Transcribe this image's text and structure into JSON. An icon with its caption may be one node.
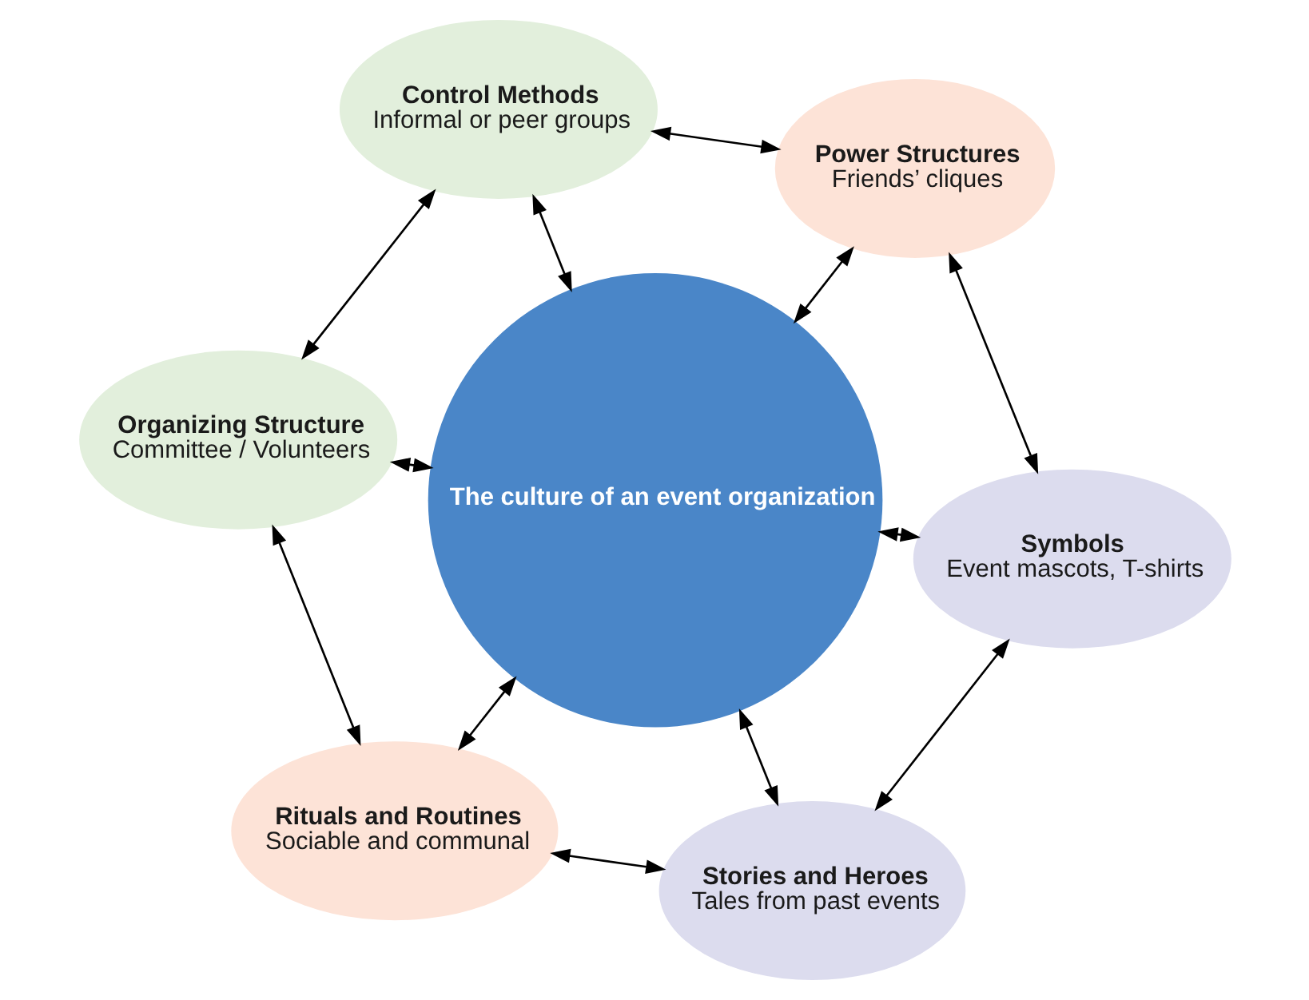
{
  "diagram": {
    "nodes": [
      {
        "text": [
          "The culture of an event organization"
        ]
      },
      {
        "text": [
          "Stories and Heroes",
          "Tales from past events"
        ]
      },
      {
        "text": [
          "Symbols",
          "Event mascots, T-shirts"
        ]
      },
      {
        "text": [
          "Power Structures",
          "Friends’ cliques"
        ]
      },
      {
        "text": [
          "Control Methods",
          "Informal or peer groups"
        ]
      },
      {
        "text": [
          "Organizing Structure",
          "Committee / Volunteers"
        ]
      },
      {
        "text": [
          "Rituals and Routines",
          "Sociable and communal"
        ]
      }
    ],
    "edges": [
      {
        "from": 1,
        "to": 2,
        "arrow": "both"
      },
      {
        "from": 1,
        "to": 0,
        "arrow": "both"
      },
      {
        "from": 2,
        "to": 0,
        "arrow": "both"
      },
      {
        "from": 2,
        "to": 3,
        "arrow": "both"
      },
      {
        "from": 6,
        "to": 1,
        "arrow": "both"
      },
      {
        "from": 6,
        "to": 0,
        "arrow": "both"
      },
      {
        "from": 0,
        "to": 3,
        "arrow": "both"
      },
      {
        "from": 6,
        "to": 5,
        "arrow": "both"
      },
      {
        "from": 5,
        "to": 0,
        "arrow": "both"
      },
      {
        "from": 0,
        "to": 4,
        "arrow": "both"
      },
      {
        "from": 3,
        "to": 4,
        "arrow": "both"
      },
      {
        "from": 5,
        "to": 4,
        "arrow": "both"
      }
    ]
  }
}
